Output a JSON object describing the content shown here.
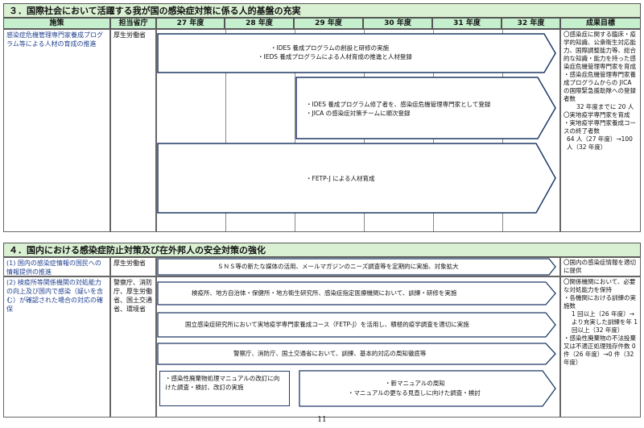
{
  "section3": {
    "title": "３．国際社会において活躍する我が国の感染症対策に係る人的基盤の充実",
    "headers": [
      "施策",
      "担当省庁",
      "27 年度",
      "28 年度",
      "29 年度",
      "30 年度",
      "31 年度",
      "32 年度",
      "成果目標"
    ],
    "measure": "感染症危機管理専門家養成プログラム等による人材の育成の推進",
    "ministry": "厚生労働省",
    "arrow1": [
      "・IDES 養成プログラムの創設と研修の実施",
      "・IEDS 養成プログラムによる人材育成の推進と人材登録"
    ],
    "arrow2": [
      "・IDES 養成プログラム修了者を、感染症危機管理専門家として登録",
      "・JICA の感染症対策チームに順次登録"
    ],
    "arrow3": "・FETP-J による人材育成",
    "goals": [
      "〇感染症に関する臨床・疫学的知識、公衆衛生対応能力、国際調整能力等、総合的な知識・能力を持った感染症危機管理専門家を育成",
      "・感染症危機管理専門家養成プログラムからの JICA の国際緊急援助隊への登録者数",
      "32 年度までに 20 人",
      "〇実地疫学専門家を育成",
      "・実地疫学専門家養成コースの終了者数",
      "64 人（27 年度）→100 人（32 年度）"
    ]
  },
  "section4": {
    "title": "４．国内における感染症防止対策及び在外邦人の安全対策の強化",
    "row1": {
      "measure": "(1) 国内の感染症情報の国民への情報提供の推進",
      "ministry": "厚生労働省",
      "arrow": "ＳＮＳ等の新たな媒体の活用、メールマガジンのニーズ調査等を定期的に実施、対象拡大",
      "goal": "〇国内の感染症情報を適切に提供"
    },
    "row2": {
      "measure": "(2) 検疫所等関係機関の対処能力の向上及び国内で感染（疑いを含む）が確認された場合の対応の確保",
      "ministry": "警察庁、消防庁、厚生労働省、国土交通省、環境省",
      "arrow1": "検疫所、地方自治体・保健所・地方衛生研究所、感染症指定医療機関において、訓練・研修を実施",
      "arrow2": "国立感染症研究所において実地疫学専門家養成コース（FETP-J）を活用し、積極的疫学調査を適切に実施",
      "arrow3": "警察庁、消防庁、国土交通省において、訓練、基本的対応の周知徹底等",
      "box4": "・感染性廃棄物処理マニュアルの改訂に向けた調査・検討、改訂の実施",
      "arrow4": [
        "・新マニュアルの周知",
        "・マニュアルの更なる見直しに向けた調査・検討"
      ],
      "goals": [
        "〇関係機関において、必要な対処能力を保持",
        "・各機関における訓練の実施数",
        "1 回以上（26 年度）→より充実した訓練を年 1 回以上（32 年度）",
        "・感染性廃棄物の不法投棄又は不適正処理残存件数 0 件（26 年度）→0 件（32 年度）"
      ]
    }
  },
  "page_number": "11"
}
